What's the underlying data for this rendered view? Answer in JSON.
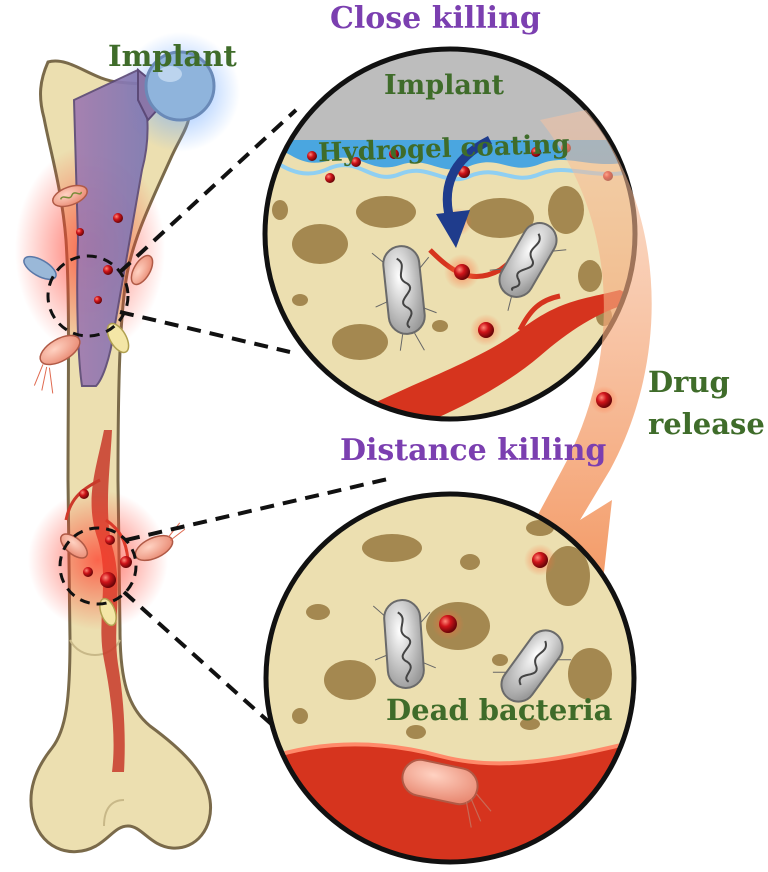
{
  "labels": {
    "implant_top": "Implant",
    "close_killing": "Close killing",
    "implant_circle": "Implant",
    "hydrogel_coating": "Hydrogel coating",
    "drug": "Drug",
    "release": "release",
    "distance_killing": "Distance killing",
    "dead_bacteria": "Dead bacteria"
  },
  "colors": {
    "bone": "#ecdfb0",
    "bone_outline": "#7a6a4a",
    "pore": "#a48850",
    "implant_shaft": "#8a76a8",
    "implant_head": "#8fb4dc",
    "hydrogel": "#4aa6e0",
    "implant_grey": "#bdbdbd",
    "blood": "#d6341e",
    "drug_ball": "#c8161a",
    "label_green": "#3f6c2a",
    "label_purple": "#7b3fb0",
    "arrow_blue": "#1f3c8c",
    "release_arrow": "#f08a4b"
  }
}
